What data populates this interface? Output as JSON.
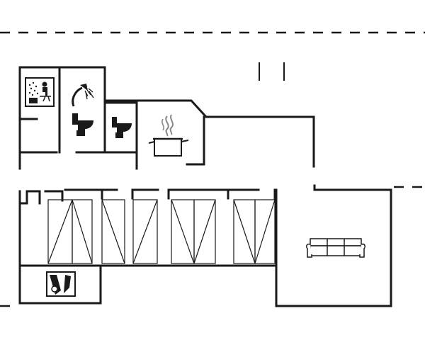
{
  "plan": {
    "type": "floor-plan",
    "rooms": [
      {
        "id": "sauna",
        "icon": "sauna-icon"
      },
      {
        "id": "bathroom-shower",
        "icon": "shower-icon"
      },
      {
        "id": "toilet-1",
        "icon": "toilet-icon"
      },
      {
        "id": "toilet-2",
        "icon": "toilet-icon"
      },
      {
        "id": "kitchen",
        "icon": "cooking-pot-icon"
      },
      {
        "id": "bedrooms",
        "icon": "wardrobe-icon"
      },
      {
        "id": "utility",
        "icon": "washing-machine-icon"
      },
      {
        "id": "living-room",
        "icon": "sofa-icon"
      }
    ],
    "colors": {
      "line": "#1a1a1a",
      "background": "#ffffff",
      "steam": "#888888"
    }
  }
}
